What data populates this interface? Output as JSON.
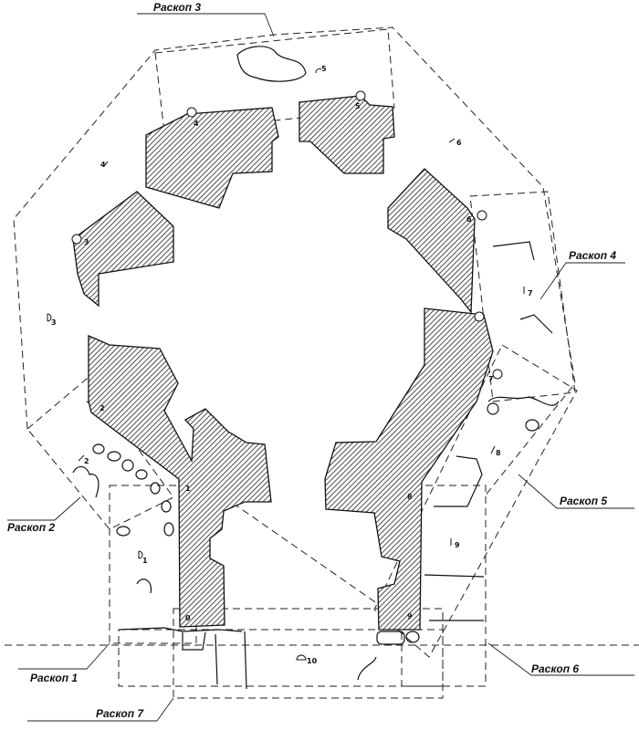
{
  "excavations": [
    {
      "id": "r1",
      "label": "Раскоп 1"
    },
    {
      "id": "r2",
      "label": "Раскоп 2"
    },
    {
      "id": "r3",
      "label": "Раскоп 3"
    },
    {
      "id": "r4",
      "label": "Раскоп 4"
    },
    {
      "id": "r5",
      "label": "Раскоп 5"
    },
    {
      "id": "r6",
      "label": "Раскоп 6"
    },
    {
      "id": "r7",
      "label": "Раскоп 7"
    }
  ],
  "wall_points": [
    "0",
    "1",
    "2",
    "3",
    "4",
    "5",
    "6",
    "7",
    "8",
    "9"
  ],
  "section_markers": [
    "1",
    "2",
    "3",
    "4",
    "5",
    "6",
    "7",
    "8",
    "9",
    "10"
  ],
  "colors": {
    "ink": "#111111",
    "paper": "#ffffff"
  }
}
